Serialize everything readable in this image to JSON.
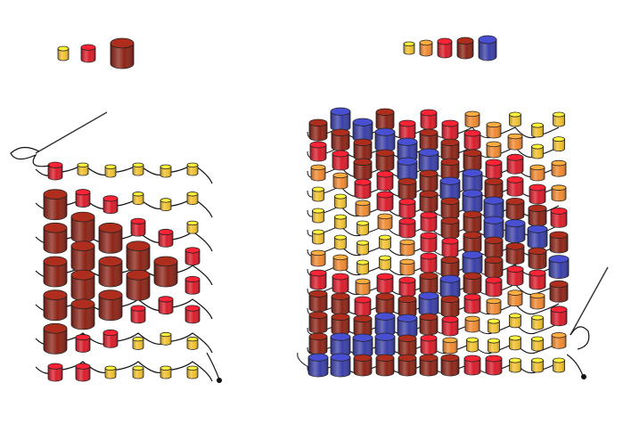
{
  "colors": {
    "background": "#ffffff",
    "yellow": "#f2c230",
    "orange": "#f08a32",
    "red": "#d91c2a",
    "maroon": "#8c2417",
    "blue": "#3a3fa8",
    "thread": "#111111",
    "outline": "#222222"
  },
  "left_panel": {
    "legend": [
      "yellow-small",
      "red-medium",
      "maroon-large"
    ],
    "bead_column_count": 6,
    "bead_columns": [
      [
        "red",
        "maroon",
        "maroon",
        "maroon",
        "maroon",
        "maroon",
        "red"
      ],
      [
        "yellow",
        "red",
        "maroon",
        "maroon",
        "maroon",
        "maroon",
        "red",
        "red"
      ],
      [
        "yellow",
        "red",
        "maroon",
        "maroon",
        "maroon",
        "red",
        "yellow"
      ],
      [
        "yellow",
        "yellow",
        "red",
        "maroon",
        "maroon",
        "red",
        "yellow",
        "yellow"
      ],
      [
        "yellow",
        "yellow",
        "red",
        "maroon",
        "red",
        "yellow",
        "yellow"
      ],
      [
        "yellow",
        "yellow",
        "yellow",
        "red",
        "red",
        "red",
        "yellow",
        "yellow"
      ]
    ]
  },
  "right_panel": {
    "legend": [
      "yellow",
      "orange",
      "red",
      "maroon",
      "blue"
    ],
    "bead_column_count": 12,
    "bead_columns": [
      [
        "maroon",
        "red",
        "orange",
        "yellow",
        "yellow",
        "yellow",
        "orange",
        "red",
        "maroon",
        "maroon",
        "maroon",
        "blue"
      ],
      [
        "blue",
        "maroon",
        "red",
        "orange",
        "yellow",
        "yellow",
        "yellow",
        "orange",
        "red",
        "maroon",
        "maroon",
        "blue",
        "blue"
      ],
      [
        "blue",
        "maroon",
        "maroon",
        "red",
        "orange",
        "yellow",
        "yellow",
        "yellow",
        "orange",
        "red",
        "maroon",
        "blue",
        "maroon"
      ],
      [
        "maroon",
        "blue",
        "maroon",
        "red",
        "red",
        "orange",
        "yellow",
        "yellow",
        "red",
        "maroon",
        "blue",
        "blue",
        "maroon"
      ],
      [
        "red",
        "blue",
        "blue",
        "maroon",
        "red",
        "red",
        "orange",
        "orange",
        "red",
        "maroon",
        "blue",
        "maroon",
        "maroon"
      ],
      [
        "red",
        "maroon",
        "blue",
        "maroon",
        "maroon",
        "red",
        "red",
        "red",
        "maroon",
        "blue",
        "maroon",
        "red",
        "maroon"
      ],
      [
        "red",
        "maroon",
        "maroon",
        "blue",
        "maroon",
        "maroon",
        "red",
        "maroon",
        "blue",
        "maroon",
        "red",
        "orange",
        "maroon"
      ],
      [
        "orange",
        "red",
        "maroon",
        "blue",
        "blue",
        "maroon",
        "maroon",
        "blue",
        "maroon",
        "red",
        "orange",
        "yellow",
        "red"
      ],
      [
        "orange",
        "orange",
        "red",
        "maroon",
        "blue",
        "blue",
        "maroon",
        "maroon",
        "red",
        "orange",
        "yellow",
        "yellow",
        "red"
      ],
      [
        "yellow",
        "orange",
        "red",
        "red",
        "maroon",
        "blue",
        "maroon",
        "red",
        "orange",
        "yellow",
        "yellow",
        "yellow"
      ],
      [
        "yellow",
        "yellow",
        "orange",
        "red",
        "maroon",
        "blue",
        "maroon",
        "red",
        "orange",
        "yellow",
        "yellow",
        "yellow"
      ],
      [
        "yellow",
        "yellow",
        "orange",
        "orange",
        "red",
        "maroon",
        "blue",
        "maroon",
        "red",
        "orange",
        "yellow"
      ]
    ]
  }
}
